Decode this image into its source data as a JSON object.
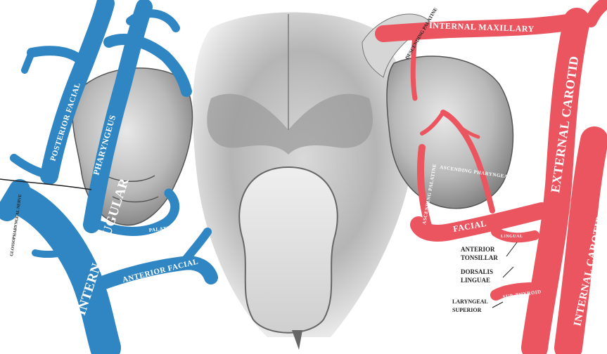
{
  "colors": {
    "vein_blue": "#2f86c2",
    "artery_red": "#ea5560",
    "tissue_gray": "#9a9a9a",
    "background": "#ffffff"
  },
  "veins": {
    "internal_jugular": "INTERNAL JUGULAR",
    "posterior_facial": "POSTERIOR FACIAL",
    "pharyngeus": "PHARYNGEUS",
    "anterior_facial": "ANTERIOR FACIAL",
    "palatine": "PALATINE",
    "glossopharyngeal_nerve": "GLOSSOPHARYNGEAL NERVE"
  },
  "arteries": {
    "internal_maxillary": "INTERNAL MAXILLARY",
    "external_carotid": "EXTERNAL CAROTID",
    "internal_carotid": "INTERNAL CAROTID",
    "facial": "FACIAL",
    "ascending_palatine": "ASCENDING PALATINE",
    "ascending_pharyngeal": "ASCENDING PHARYNGEAL",
    "lingual": "LINGUAL",
    "descending_palatine": "DESCENDING PALATINE",
    "thyroid": "SUP. THYROID"
  },
  "nerves": {
    "anterior_tonsillar": [
      "ANTERIOR",
      "TONSILLAR"
    ],
    "dorsalis_linguae": [
      "DORSALIS",
      "LINGUAE"
    ],
    "laryngeal_superior": [
      "LARYNGEAL",
      "SUPERIOR"
    ]
  }
}
